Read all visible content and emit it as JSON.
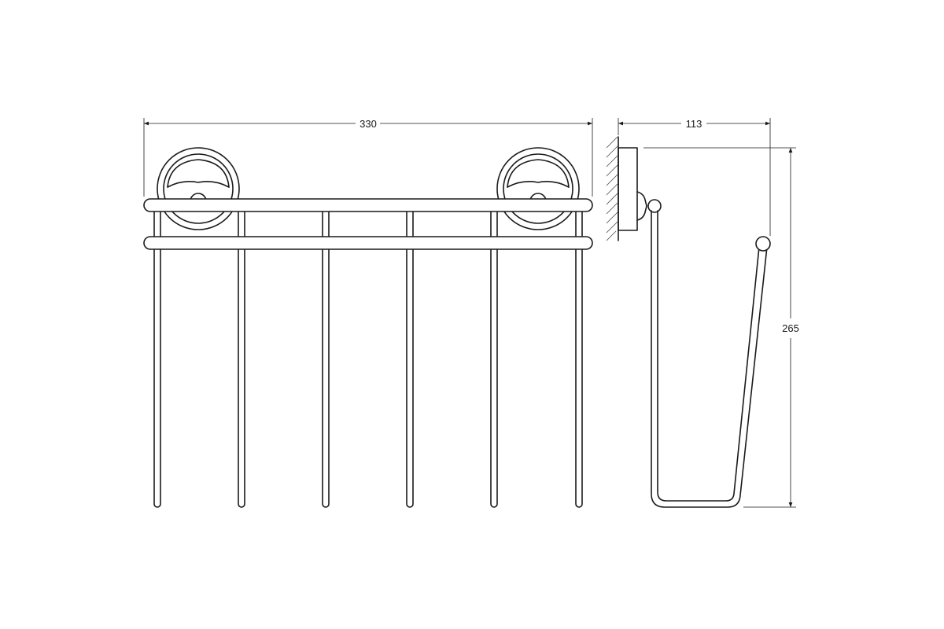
{
  "dimensions": {
    "width": "330",
    "depth": "113",
    "height": "265"
  }
}
